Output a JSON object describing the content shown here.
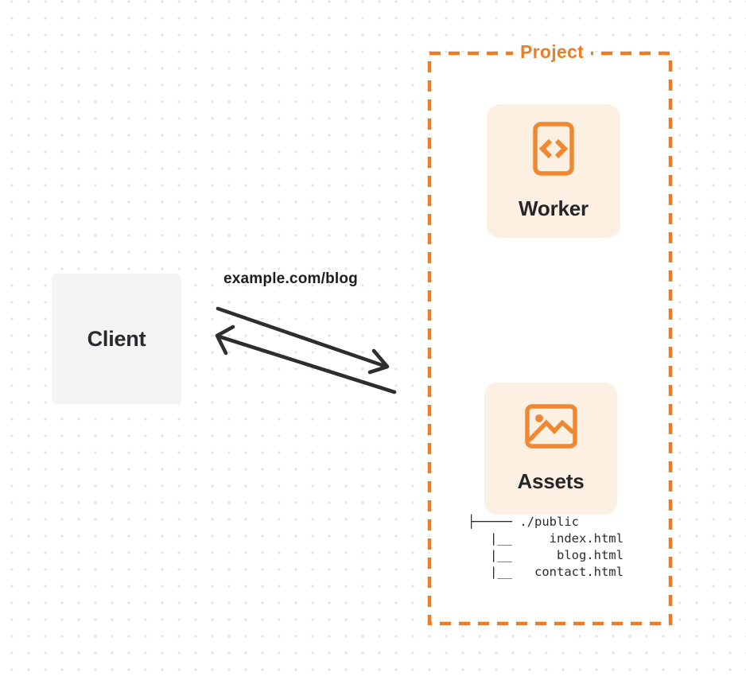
{
  "project": {
    "title": "Project",
    "worker": {
      "label": "Worker",
      "icon": "code-file-icon"
    },
    "assets": {
      "label": "Assets",
      "icon": "image-icon",
      "file_tree": [
        "├───── ./public",
        "   |__     index.html",
        "   |__      blog.html",
        "   |__   contact.html"
      ]
    }
  },
  "client": {
    "label": "Client"
  },
  "request": {
    "url": "example.com/blog"
  },
  "colors": {
    "accent_orange": "#ED7D24",
    "icon_orange": "#EF8833",
    "card_background": "#FBF0E2",
    "client_background": "#F4F4F5",
    "arrow_dark": "#2E2E2E",
    "dot_grid": "#E2E2E4"
  }
}
